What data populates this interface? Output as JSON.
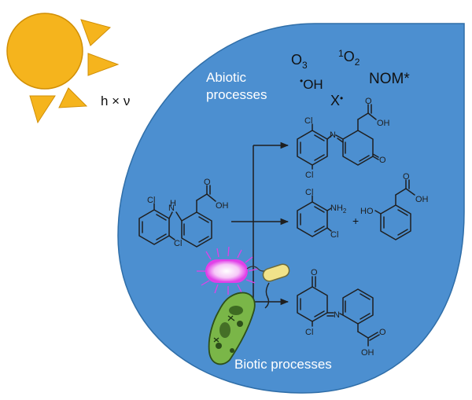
{
  "labels": {
    "light": "h × ν",
    "abiotic": [
      "Abiotic",
      "processes"
    ],
    "biotic": "Biotic processes",
    "plus": "+"
  },
  "species": {
    "ozone_base": "O",
    "ozone_sub": "3",
    "singlet_sup": "1",
    "singlet_base": "O",
    "singlet_sub": "2",
    "hydroxyl_dot": "•",
    "hydroxyl_base": "OH",
    "halogen_base": "X",
    "halogen_dot": "•",
    "nom": "NOM*"
  },
  "atoms": {
    "cl": "Cl",
    "n": "N",
    "h": "H",
    "nh2": "NH",
    "nh2_sub": "2",
    "o": "O",
    "oh": "OH",
    "ho": "HO"
  },
  "colors": {
    "sun": "#f5b41d",
    "water": "#4c8fd0",
    "water_edge": "#2f6ea8",
    "bacterium_glow": "#e040e8",
    "protozoan": "#7ab648",
    "text_light": "#ffffff",
    "text_dark": "#111111"
  }
}
